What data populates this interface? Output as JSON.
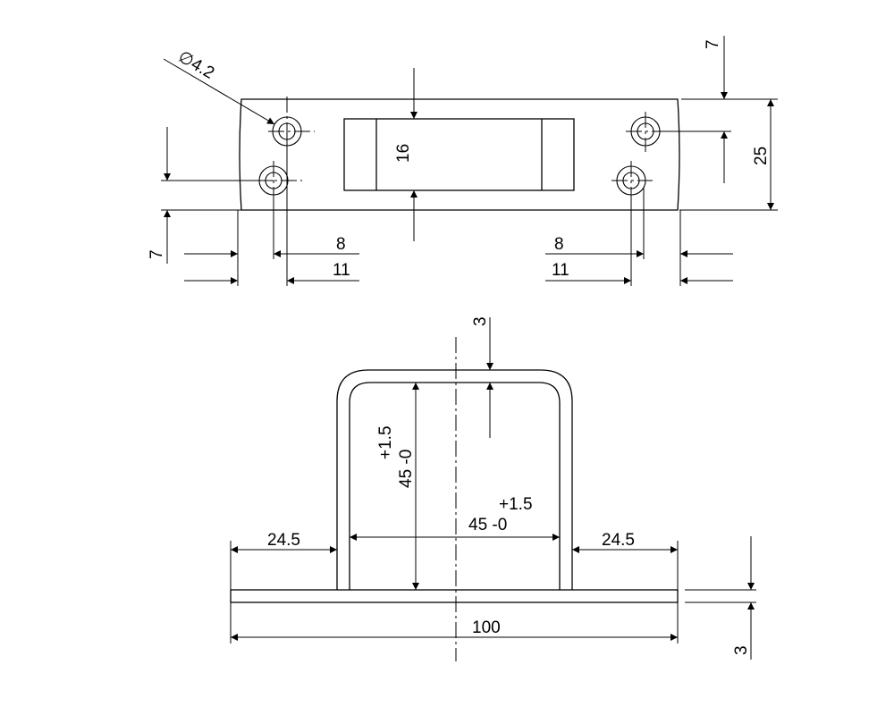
{
  "top_view": {
    "hole_diameter_label": "∅4.2",
    "slot_height": "16",
    "plate_width": "25",
    "top_offset": "7",
    "bottom_offset": "7",
    "left_inner_x": "8",
    "left_outer_x": "11",
    "right_inner_x": "8",
    "right_outer_x": "11"
  },
  "front_view": {
    "wall_thickness": "3",
    "height_tol_upper": "+1.5",
    "height_value": "45 -0",
    "inner_width_tol_upper": "+1.5",
    "inner_width_value": "45 -0",
    "left_flange": "24.5",
    "right_flange": "24.5",
    "total_length": "100",
    "base_thickness": "3"
  }
}
